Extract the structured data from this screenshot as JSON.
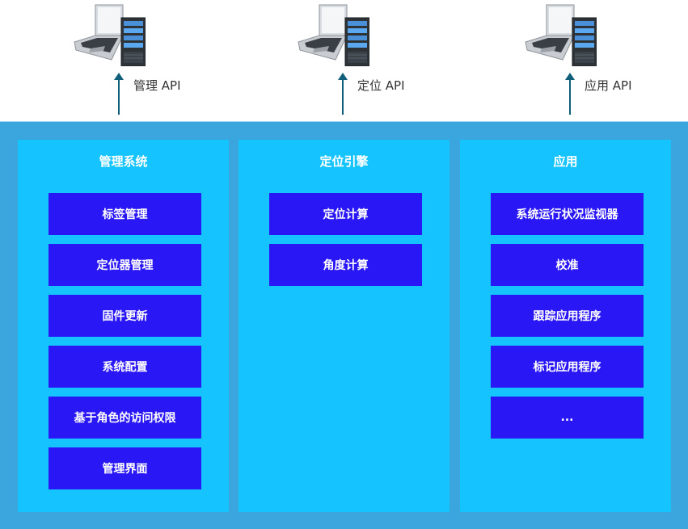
{
  "colors": {
    "band": "#3aa6dd",
    "panel": "#15c3ff",
    "module": "#2a17f5",
    "arrow": "#0f5f7a",
    "text_dark": "#333333",
    "text_light": "#ffffff"
  },
  "apis": [
    {
      "label": "管理 API",
      "icon": "laptop-server-icon"
    },
    {
      "label": "定位 API",
      "icon": "laptop-server-icon"
    },
    {
      "label": "应用 API",
      "icon": "laptop-server-icon"
    }
  ],
  "panels": [
    {
      "title": "管理系统",
      "modules": [
        "标签管理",
        "定位器管理",
        "固件更新",
        "系统配置",
        "基于角色的访问权限",
        "管理界面"
      ]
    },
    {
      "title": "定位引擎",
      "modules": [
        "定位计算",
        "角度计算"
      ]
    },
    {
      "title": "应用",
      "modules": [
        "系统运行状况监视器",
        "校准",
        "跟踪应用程序",
        "标记应用程序",
        "..."
      ]
    }
  ]
}
